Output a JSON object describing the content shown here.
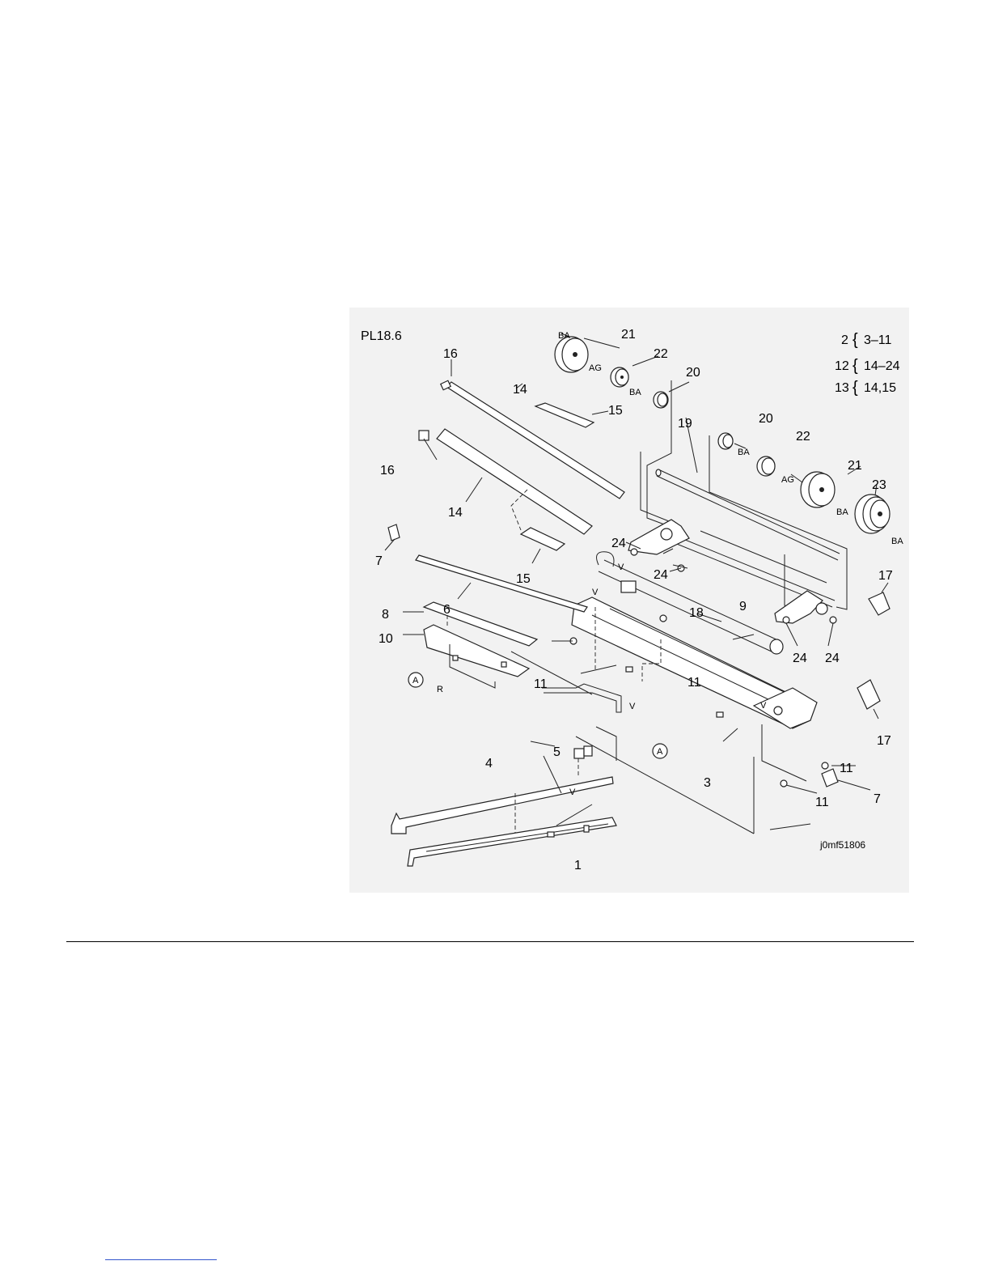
{
  "figure": {
    "plate_id": "PL18.6",
    "figure_code": "j0mf51806",
    "legend": [
      {
        "num": "2",
        "range": "3–11"
      },
      {
        "num": "12",
        "range": "14–24"
      },
      {
        "num": "13",
        "range": "14,15"
      }
    ],
    "callouts": {
      "c1": "1",
      "c3": "3",
      "c4": "4",
      "c5": "5",
      "c6": "6",
      "c7a": "7",
      "c7b": "7",
      "c8": "8",
      "c9": "9",
      "c10": "10",
      "c11a": "11",
      "c11b": "11",
      "c11c": "11",
      "c11d": "11",
      "c14a": "14",
      "c14b": "14",
      "c15a": "15",
      "c15b": "15",
      "c16a": "16",
      "c16b": "16",
      "c17a": "17",
      "c17b": "17",
      "c18": "18",
      "c19": "19",
      "c20a": "20",
      "c20b": "20",
      "c21a": "21",
      "c21b": "21",
      "c22a": "22",
      "c22b": "22",
      "c23": "23",
      "c24a": "24",
      "c24b": "24",
      "c24c": "24",
      "c24d": "24"
    },
    "codes": {
      "ba1": "BA",
      "ag1": "AG",
      "ba2": "BA",
      "ba3": "BA",
      "ag2": "AG",
      "ba4": "BA",
      "ba5": "BA",
      "v1": "V",
      "v2": "V",
      "v3": "V",
      "v4": "V",
      "v5": "V",
      "r": "R",
      "a1": "A",
      "a2": "A"
    }
  }
}
